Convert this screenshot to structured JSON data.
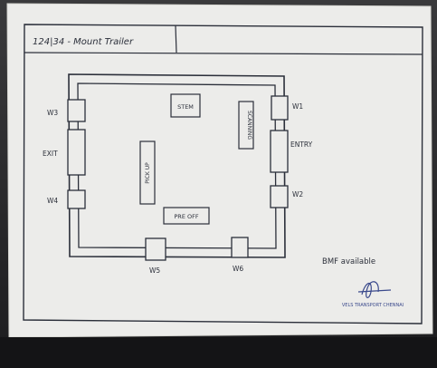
{
  "header": {
    "text": "124|34 - Mount Trailer"
  },
  "zones": {
    "stem": "STEM",
    "scanning": "SCANNING",
    "pick_up": "PICK UP",
    "pre_off": "PRE OFF"
  },
  "openings": {
    "w1": "W1",
    "w2": "W2",
    "w3": "W3",
    "w4": "W4",
    "w5": "W5",
    "w6": "W6",
    "exit": "EXIT",
    "entry": "ENTRY"
  },
  "note": "BMF available",
  "signature_caption": "VELS TRANSPORT CHENNAI",
  "colors": {
    "paper": "#eeeeec",
    "ink": "#2b2f3a",
    "signature_ink": "#3b4a8c"
  }
}
